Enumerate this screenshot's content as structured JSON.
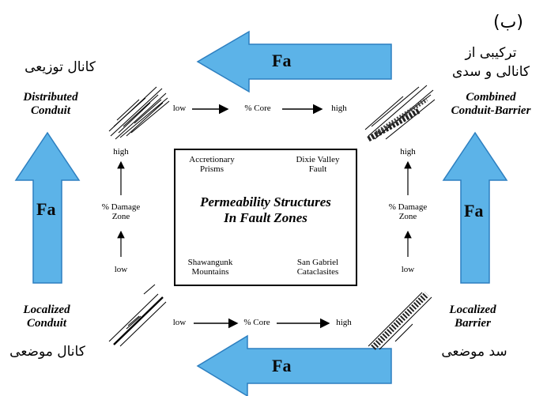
{
  "panel_label": "(ب)",
  "fa": "Fa",
  "top_left": {
    "fa_label": "کانال توزیعی",
    "title1": "Distributed",
    "title2": "Conduit"
  },
  "top_right": {
    "fa_label1": "ترکیبی از",
    "fa_label2": "کانالی و سدی",
    "title1": "Combined",
    "title2": "Conduit-Barrier"
  },
  "bottom_left": {
    "title1": "Localized",
    "title2": "Conduit",
    "fa_label": "کانال موضعی"
  },
  "bottom_right": {
    "title1": "Localized",
    "title2": "Barrier",
    "fa_label": "سد موضعی"
  },
  "core_axis": {
    "low": "low",
    "label": "% Core",
    "high": "high"
  },
  "damage_axis": {
    "high": "high",
    "label1": "% Damage",
    "label2": "Zone",
    "low": "low"
  },
  "center": {
    "title1": "Permeability Structures",
    "title2": "In Fault Zones",
    "tl1": "Accretionary",
    "tl2": "Prisms",
    "tr1": "Dixie Valley",
    "tr2": "Fault",
    "bl1": "Shawangunk",
    "bl2": "Mountains",
    "br1": "San Gabriel",
    "br2": "Cataclasites"
  },
  "colors": {
    "arrow_fill": "#5cb3e8",
    "arrow_stroke": "#2d7fc0"
  }
}
